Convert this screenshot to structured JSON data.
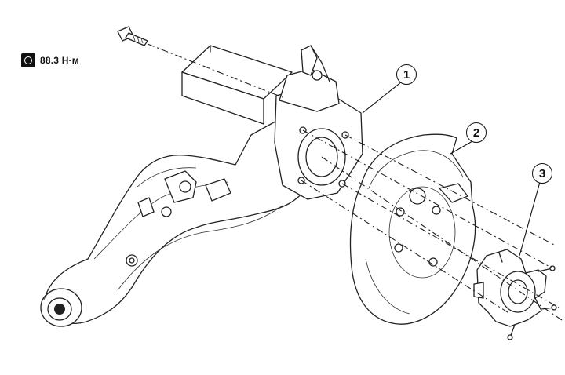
{
  "torque": {
    "value": "88.3 Н·м",
    "icon": "torque-wrench-icon"
  },
  "callouts": [
    {
      "number": "1"
    },
    {
      "number": "2"
    },
    {
      "number": "3"
    }
  ]
}
